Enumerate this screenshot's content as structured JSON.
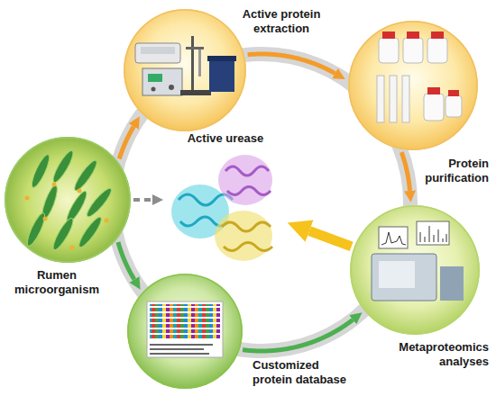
{
  "diagram": {
    "nodes": [
      {
        "text": [
          "Active protein extraction"
        ]
      },
      {
        "text": [
          "Protein purification"
        ]
      },
      {
        "text": [
          "Rumen microorganism"
        ]
      },
      {
        "text": [
          "Active urease"
        ]
      },
      {
        "text": [
          "Metaproteomics analyses"
        ]
      },
      {
        "text": [
          "Customized protein database"
        ]
      }
    ],
    "edges": [
      {
        "from": 2,
        "to": 0,
        "arrow": "to"
      },
      {
        "from": 0,
        "to": 1,
        "arrow": "to"
      },
      {
        "from": 1,
        "to": 4,
        "arrow": "to"
      },
      {
        "from": 2,
        "to": 5,
        "arrow": "to"
      },
      {
        "from": 5,
        "to": 4,
        "arrow": "to"
      },
      {
        "from": 2,
        "to": 3,
        "arrow": "to"
      },
      {
        "from": 4,
        "to": 3,
        "arrow": "to"
      }
    ]
  }
}
